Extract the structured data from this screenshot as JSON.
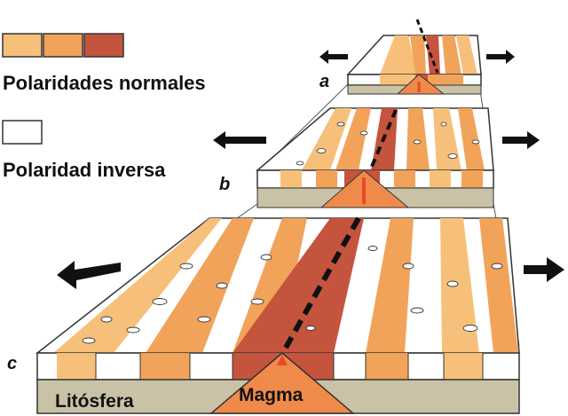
{
  "legend": {
    "normal_label": "Polaridades normales",
    "inverse_label": "Polaridad inversa",
    "normal_colors": [
      "#f7c07a",
      "#f2a35a",
      "#c5543e"
    ],
    "inverse_color": "#ffffff"
  },
  "panels": {
    "a": {
      "letter": "a"
    },
    "b": {
      "letter": "b"
    },
    "c": {
      "letter": "c"
    }
  },
  "labels": {
    "lithosphere": "Litósfera",
    "magma": "Magma"
  },
  "colors": {
    "light_band": "#f7c07a",
    "mid_band": "#f2a35a",
    "ridge_band": "#c5543e",
    "magma": "#f08a4a",
    "magma_hot": "#e84a2a",
    "lithosphere": "#c9c2a6",
    "outline": "#333333",
    "arrow": "#111111",
    "rift": "#111111"
  },
  "icons": [
    "left-arrow-icon",
    "right-arrow-icon"
  ]
}
